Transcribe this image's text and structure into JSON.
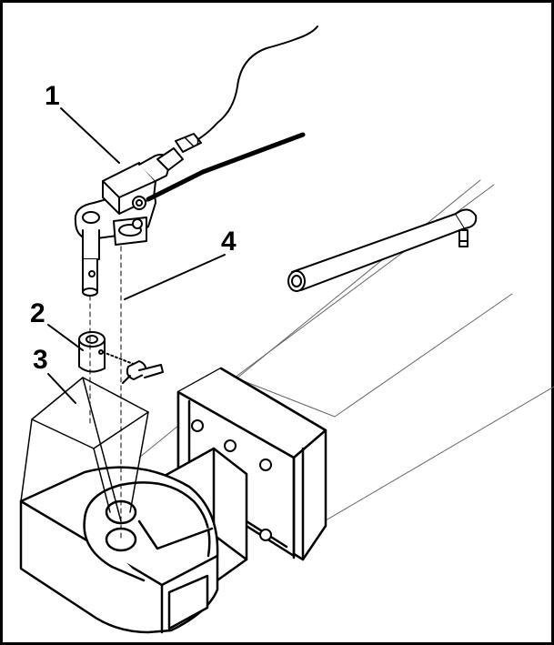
{
  "callouts": [
    {
      "id": "1",
      "text": "1"
    },
    {
      "id": "2",
      "text": "2"
    },
    {
      "id": "3",
      "text": "3"
    },
    {
      "id": "4",
      "text": "4"
    }
  ],
  "colors": {
    "ink": "#000000",
    "paper": "#ffffff",
    "thin_line": "#555555"
  }
}
